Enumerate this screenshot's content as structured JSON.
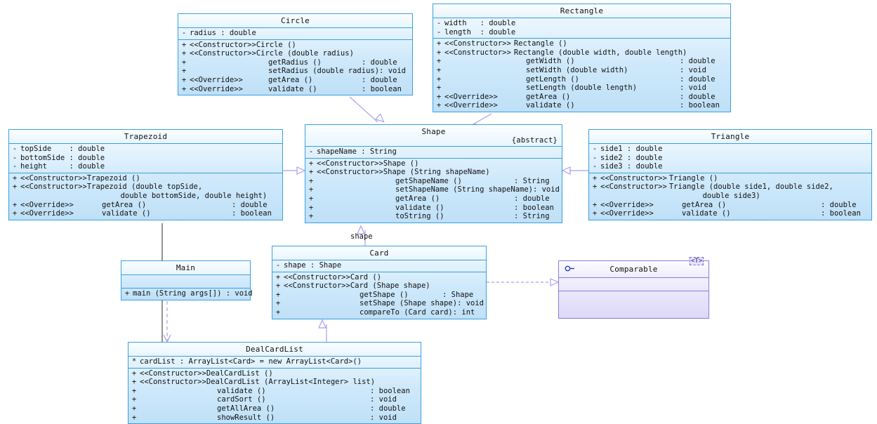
{
  "diagram": {
    "title": "UML Class Diagram",
    "kind": "uml-class-diagram",
    "colors": {
      "class_border": "#3a9fe0",
      "class_fill_top": "#f4fbff",
      "class_fill_bottom": "#bfe0f7",
      "interface_border": "#8a7ce0",
      "interface_fill": "#e9e5fb",
      "relation_line": "#a9a0ea",
      "relation_line_dark": "#7a7a7a",
      "background": "#ffffff"
    }
  },
  "classes": {
    "circle": {
      "name": "Circle",
      "attributes": [
        {
          "vis": "-",
          "stereo": "",
          "sig": "radius : double",
          "ret": ""
        }
      ],
      "operations": [
        {
          "vis": "+",
          "stereo": "<<Constructor>>",
          "sig": "Circle ()",
          "ret": ""
        },
        {
          "vis": "+",
          "stereo": "<<Constructor>>",
          "sig": "Circle (double radius)",
          "ret": ""
        },
        {
          "vis": "+",
          "stereo": "",
          "sig": "getRadius ()",
          "ret": ": double"
        },
        {
          "vis": "+",
          "stereo": "",
          "sig": "setRadius (double radius)",
          "ret": ": void"
        },
        {
          "vis": "+",
          "stereo": "<<Override>>",
          "sig": "getArea ()",
          "ret": ": double"
        },
        {
          "vis": "+",
          "stereo": "<<Override>>",
          "sig": "validate ()",
          "ret": ": boolean"
        }
      ]
    },
    "rectangle": {
      "name": "Rectangle",
      "attributes": [
        {
          "vis": "-",
          "stereo": "",
          "sig": "width   : double",
          "ret": ""
        },
        {
          "vis": "-",
          "stereo": "",
          "sig": "length  : double",
          "ret": ""
        }
      ],
      "operations": [
        {
          "vis": "+",
          "stereo": "<<Constructor>>",
          "sig": "Rectangle ()",
          "ret": ""
        },
        {
          "vis": "+",
          "stereo": "<<Constructor>>",
          "sig": "Rectangle (double width, double length)",
          "ret": ""
        },
        {
          "vis": "+",
          "stereo": "",
          "sig": "getWidth ()",
          "ret": ": double"
        },
        {
          "vis": "+",
          "stereo": "",
          "sig": "setWidth (double width)",
          "ret": ": void"
        },
        {
          "vis": "+",
          "stereo": "",
          "sig": "getLength ()",
          "ret": ": double"
        },
        {
          "vis": "+",
          "stereo": "",
          "sig": "setLength (double length)",
          "ret": ": void"
        },
        {
          "vis": "+",
          "stereo": "<<Override>>",
          "sig": "getArea ()",
          "ret": ": double"
        },
        {
          "vis": "+",
          "stereo": "<<Override>>",
          "sig": "validate ()",
          "ret": ": boolean"
        }
      ]
    },
    "shape": {
      "name": "Shape",
      "modifier": "{abstract}",
      "attributes": [
        {
          "vis": "-",
          "stereo": "",
          "sig": "shapeName : String",
          "ret": ""
        }
      ],
      "operations": [
        {
          "vis": "+",
          "stereo": "<<Constructor>>",
          "sig": "Shape ()",
          "ret": ""
        },
        {
          "vis": "+",
          "stereo": "<<Constructor>>",
          "sig": "Shape (String shapeName)",
          "ret": ""
        },
        {
          "vis": "+",
          "stereo": "",
          "sig": "getShapeName ()",
          "ret": ": String"
        },
        {
          "vis": "+",
          "stereo": "",
          "sig": "setShapeName (String shapeName)",
          "ret": ": void"
        },
        {
          "vis": "+",
          "stereo": "",
          "sig": "getArea ()",
          "ret": ": double"
        },
        {
          "vis": "+",
          "stereo": "",
          "sig": "validate ()",
          "ret": ": boolean"
        },
        {
          "vis": "+",
          "stereo": "",
          "sig": "toString ()",
          "ret": ": String"
        }
      ]
    },
    "trapezoid": {
      "name": "Trapezoid",
      "attributes": [
        {
          "vis": "-",
          "stereo": "",
          "sig": "topSide    : double",
          "ret": ""
        },
        {
          "vis": "-",
          "stereo": "",
          "sig": "bottomSide : double",
          "ret": ""
        },
        {
          "vis": "-",
          "stereo": "",
          "sig": "height     : double",
          "ret": ""
        }
      ],
      "operations": [
        {
          "vis": "+",
          "stereo": "<<Constructor>>",
          "sig": "Trapezoid ()",
          "ret": ""
        },
        {
          "vis": "+",
          "stereo": "<<Constructor>>",
          "sig": "Trapezoid (double topSide,",
          "ret": ""
        },
        {
          "vis": "",
          "stereo": "",
          "sig": "        double bottomSide, double height)",
          "ret": ""
        },
        {
          "vis": "+",
          "stereo": "<<Override>>",
          "sig": "getArea ()",
          "ret": ": double"
        },
        {
          "vis": "+",
          "stereo": "<<Override>>",
          "sig": "validate ()",
          "ret": ": boolean"
        }
      ]
    },
    "triangle": {
      "name": "Triangle",
      "attributes": [
        {
          "vis": "-",
          "stereo": "",
          "sig": "side1 : double",
          "ret": ""
        },
        {
          "vis": "-",
          "stereo": "",
          "sig": "side2 : double",
          "ret": ""
        },
        {
          "vis": "-",
          "stereo": "",
          "sig": "side3 : double",
          "ret": ""
        }
      ],
      "operations": [
        {
          "vis": "+",
          "stereo": "<<Constructor>>",
          "sig": "Triangle ()",
          "ret": ""
        },
        {
          "vis": "+",
          "stereo": "<<Constructor>>",
          "sig": "Triangle (double side1, double side2,",
          "ret": ""
        },
        {
          "vis": "",
          "stereo": "",
          "sig": "        double side3)",
          "ret": ""
        },
        {
          "vis": "+",
          "stereo": "<<Override>>",
          "sig": "getArea ()",
          "ret": ": double"
        },
        {
          "vis": "+",
          "stereo": "<<Override>>",
          "sig": "validate ()",
          "ret": ": boolean"
        }
      ]
    },
    "card": {
      "name": "Card",
      "attributes": [
        {
          "vis": "-",
          "stereo": "",
          "sig": "shape : Shape",
          "ret": ""
        }
      ],
      "operations": [
        {
          "vis": "+",
          "stereo": "<<Constructor>>",
          "sig": "Card ()",
          "ret": ""
        },
        {
          "vis": "+",
          "stereo": "<<Constructor>>",
          "sig": "Card (Shape shape)",
          "ret": ""
        },
        {
          "vis": "+",
          "stereo": "",
          "sig": "getShape ()",
          "ret": ": Shape"
        },
        {
          "vis": "+",
          "stereo": "",
          "sig": "setShape (Shape shape)",
          "ret": ": void"
        },
        {
          "vis": "+",
          "stereo": "",
          "sig": "compareTo (Card card)",
          "ret": ": int"
        }
      ]
    },
    "main": {
      "name": "Main",
      "attributes": [],
      "operations": [
        {
          "vis": "+",
          "stereo": "",
          "sig": "main (String args[]) : void",
          "ret": ""
        }
      ]
    },
    "dealcardlist": {
      "name": "DealCardList",
      "attributes": [
        {
          "vis": "*",
          "stereo": "",
          "sig": "cardList : ArrayList<Card> = new ArrayList<Card>()",
          "ret": ""
        }
      ],
      "operations": [
        {
          "vis": "+",
          "stereo": "<<Constructor>>",
          "sig": "DealCardList ()",
          "ret": ""
        },
        {
          "vis": "+",
          "stereo": "<<Constructor>>",
          "sig": "DealCardList (ArrayList<Integer> list)",
          "ret": ""
        },
        {
          "vis": "+",
          "stereo": "",
          "sig": "validate ()",
          "ret": ": boolean"
        },
        {
          "vis": "+",
          "stereo": "",
          "sig": "cardSort ()",
          "ret": ": void"
        },
        {
          "vis": "+",
          "stereo": "",
          "sig": "getAllArea ()",
          "ret": ": double"
        },
        {
          "vis": "+",
          "stereo": "",
          "sig": "showResult ()",
          "ret": ": void"
        }
      ]
    },
    "comparable": {
      "name": "Comparable",
      "template_param": "<T>",
      "attributes": [],
      "operations": []
    }
  },
  "relations": {
    "circle_to_shape": {
      "type": "generalization",
      "from": "Circle",
      "to": "Shape"
    },
    "rectangle_to_shape": {
      "type": "generalization",
      "from": "Rectangle",
      "to": "Shape"
    },
    "trapezoid_to_shape": {
      "type": "generalization",
      "from": "Trapezoid",
      "to": "Shape"
    },
    "triangle_to_shape": {
      "type": "generalization",
      "from": "Triangle",
      "to": "Shape"
    },
    "card_to_shape": {
      "type": "association",
      "from": "Card",
      "to": "Shape",
      "label": "shape"
    },
    "card_to_comparable": {
      "type": "realization",
      "from": "Card",
      "to": "Comparable"
    },
    "dealcardlist_to_card": {
      "type": "aggregation",
      "from": "DealCardList",
      "to": "Card"
    },
    "main_to_dealcardlist": {
      "type": "dependency",
      "from": "Main",
      "to": "DealCardList"
    },
    "trapezoid_to_dealcardlist": {
      "type": "link",
      "from": "Trapezoid",
      "to": "DealCardList"
    }
  }
}
